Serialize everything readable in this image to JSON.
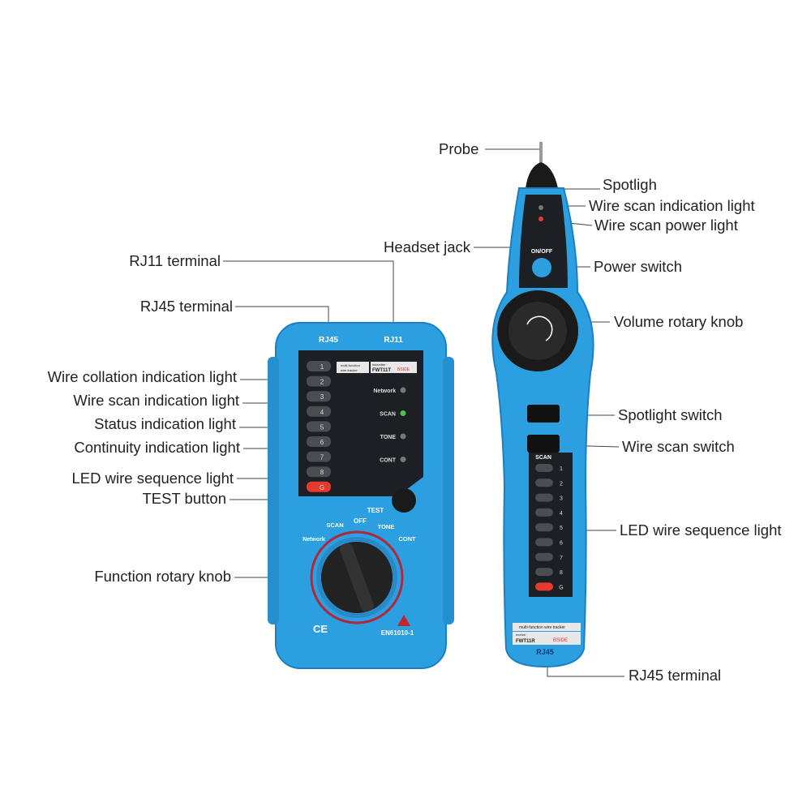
{
  "labels": {
    "probe": "Probe",
    "spotlight": "Spotligh",
    "rx_wire_scan_light": "Wire scan indication light",
    "rx_power_light": "Wire scan power light",
    "headset_jack": "Headset jack",
    "power_switch": "Power switch",
    "volume_knob": "Volume rotary knob",
    "spotlight_switch": "Spotlight switch",
    "wire_scan_switch": "Wire scan switch",
    "rx_led_sequence": "LED wire sequence light",
    "rx_rj45": "RJ45 terminal",
    "rj11": "RJ11 terminal",
    "rj45": "RJ45 terminal",
    "wire_collation": "Wire collation indication light",
    "tx_wire_scan_light": "Wire scan indication light",
    "status_light": "Status indication light",
    "continuity_light": "Continuity indication light",
    "tx_led_sequence": "LED wire sequence light",
    "test_button": "TEST button",
    "function_knob": "Function rotary knob"
  },
  "transmitter": {
    "port_rj45": "RJ45",
    "port_rj11": "RJ11",
    "leds": [
      "1",
      "2",
      "3",
      "4",
      "5",
      "6",
      "7",
      "8",
      "G"
    ],
    "tag_line1": "multi-function",
    "tag_line2": "wire tracker",
    "model_caption": "transmitter",
    "model": "FWT11T",
    "brand": "BSIDE",
    "indicators": [
      "Network",
      "SCAN",
      "TONE",
      "CONT"
    ],
    "test": "TEST",
    "modes": {
      "network": "Network",
      "scan": "SCAN",
      "off": "OFF",
      "tone": "TONE",
      "cont": "CONT"
    },
    "ce": "CE",
    "standard": "EN61010-1"
  },
  "receiver": {
    "on_off": "ON/OFF",
    "scan": "SCAN",
    "leds": [
      "1",
      "2",
      "3",
      "4",
      "5",
      "6",
      "7",
      "8",
      "G"
    ],
    "tag_line": "multi-function wire tracker",
    "model_caption": "receiver",
    "model": "FWT11R",
    "brand": "BSIDE",
    "port": "RJ45"
  },
  "colors": {
    "body": "#2b9fe0",
    "panel": "#1c1f24",
    "led_active": "#4cc24a",
    "led_red": "#e53a2f"
  }
}
